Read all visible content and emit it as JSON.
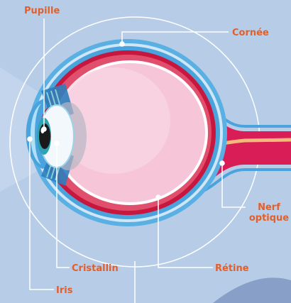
{
  "diagram": {
    "labels": {
      "pupille": "Pupille",
      "cornee": "Cornée",
      "nerf_line1": "Nerf",
      "nerf_line2": "optique",
      "cristallin": "Cristallin",
      "retine": "Rétine",
      "iris": "Iris"
    },
    "colors": {
      "background": "#b7cde7",
      "label_text": "#e25f2b",
      "leader_line": "#ffffff",
      "sclera_blue": "#4aa3dc",
      "choroid_red": "#c8173f",
      "vitreous_pink": "#f6c6d8",
      "iris_teal": "#2fa2b4",
      "lens_white": "#f2f8fb",
      "optic_nerve": "#d81d57"
    }
  }
}
